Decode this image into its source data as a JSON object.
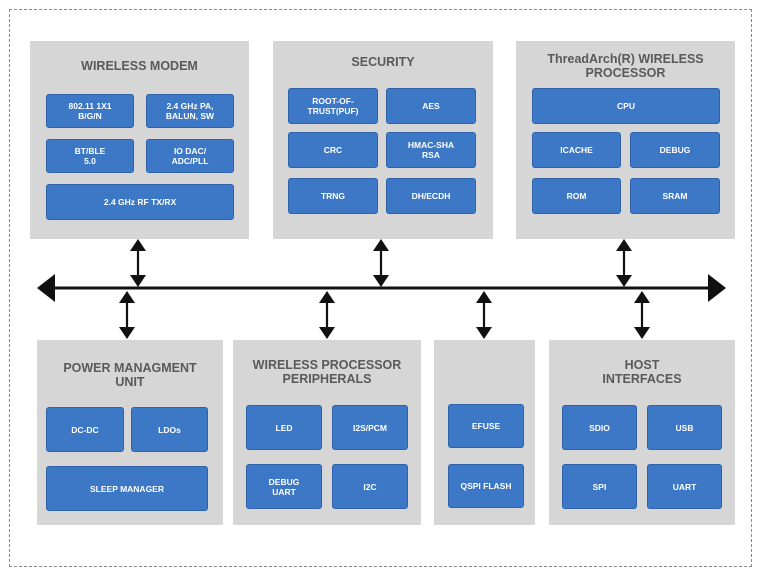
{
  "blocks": {
    "wireless_modem": {
      "title": "WIRELESS MODEM",
      "items": [
        "802.11 1X1\nB/G/N",
        "2.4 GHz PA,\nBALUN, SW",
        "BT/BLE\n5.0",
        "IO DAC/\nADC/PLL",
        "2.4 GHz RF TX/RX"
      ]
    },
    "security": {
      "title": "SECURITY",
      "items": [
        "ROOT-OF-\nTRUST(PUF)",
        "AES",
        "CRC",
        "HMAC-SHA\nRSA",
        "TRNG",
        "DH/ECDH"
      ]
    },
    "threadarch": {
      "title": "ThreadArch(R) WIRELESS\nPROCESSOR",
      "items": [
        "CPU",
        "ICACHE",
        "DEBUG",
        "ROM",
        "SRAM"
      ]
    },
    "power": {
      "title": "POWER MANAGMENT\nUNIT",
      "items": [
        "DC-DC",
        "LDOs",
        "SLEEP MANAGER"
      ]
    },
    "peripherals": {
      "title": "WIRELESS PROCESSOR\nPERIPHERALS",
      "items": [
        "LED",
        "I2S/PCM",
        "DEBUG\nUART",
        "I2C"
      ]
    },
    "memory": {
      "items": [
        "EFUSE",
        "QSPI FLASH"
      ]
    },
    "host": {
      "title": "HOST\nINTERFACES",
      "items": [
        "SDIO",
        "USB",
        "SPI",
        "UART"
      ]
    }
  },
  "colors": {
    "panel": "#d6d6d6",
    "chip": "#3d78c6",
    "title": "#5a5a5a",
    "bus": "#111111"
  }
}
